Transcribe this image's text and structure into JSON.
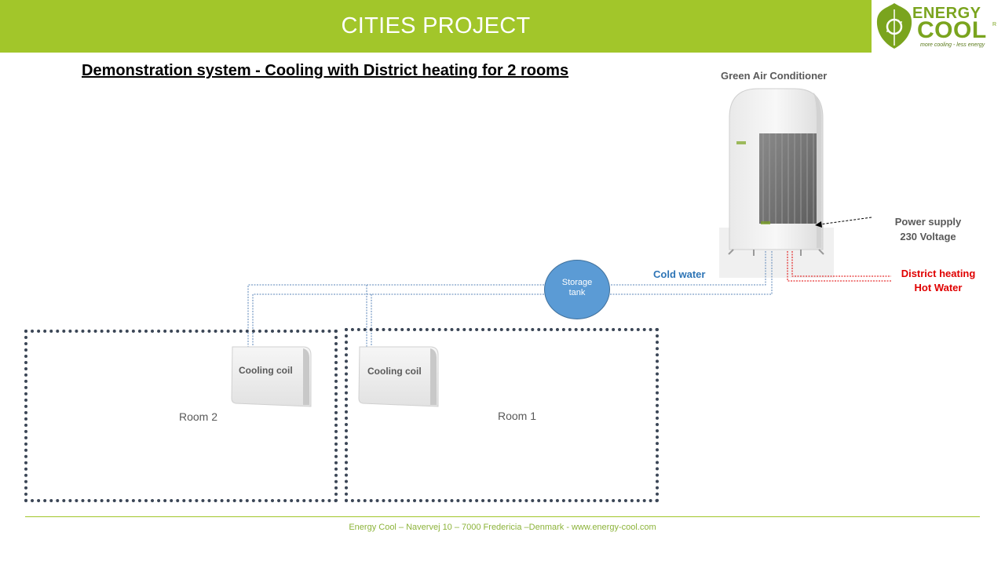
{
  "header": {
    "title": "CITIES PROJECT"
  },
  "logo": {
    "line1": "ENERGY",
    "line2": "COOL",
    "registered": "R",
    "tagline": "more cooling - less energy"
  },
  "subtitle": "Demonstration system - Cooling with District heating for 2 rooms",
  "unit": {
    "label": "Green Air Conditioner"
  },
  "power": {
    "line1": "Power supply",
    "line2": "230 Voltage"
  },
  "district": {
    "line1": "District heating",
    "line2": "Hot Water"
  },
  "cold_water": "Cold water",
  "tank": {
    "line1": "Storage",
    "line2": "tank"
  },
  "coils": [
    {
      "label": "Cooling coil"
    },
    {
      "label": "Cooling coil"
    }
  ],
  "rooms": [
    {
      "label": "Room 2"
    },
    {
      "label": "Room 1"
    }
  ],
  "footer": "Energy Cool – Navervej 10 – 7000 Fredericia –Denmark - www.energy-cool.com",
  "colors": {
    "brand_green": "#a2c62a",
    "cold_water": "#2e75b6",
    "hot_water": "#e00000",
    "room_border": "#3b4656"
  }
}
